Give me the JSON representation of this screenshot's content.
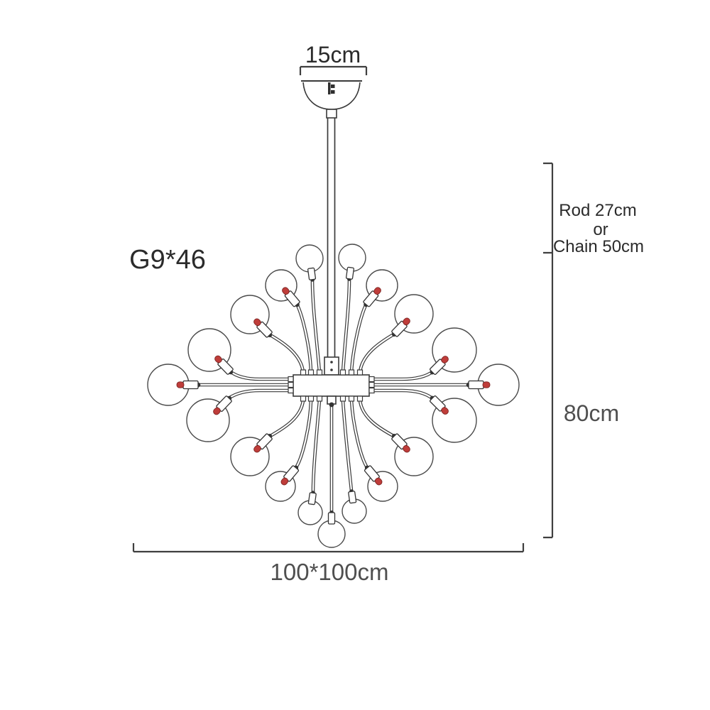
{
  "diagram": {
    "type": "chandelier dimension drawing",
    "labels": {
      "canopy_width": "15cm",
      "bulb_spec": "G9*46",
      "suspension": [
        "Rod 27cm",
        "or",
        "Chain 50cm"
      ],
      "height": "80cm",
      "spread": "100*100cm"
    },
    "colors": {
      "line": "#3a3a3a",
      "dimension": "#3f3f3f",
      "bulb_red": "#bf3d3a",
      "bulb_red_outline": "#7c2523",
      "text_dark": "#2b2b2b",
      "text_gray": "#4f4f4f",
      "background": "#ffffff"
    },
    "counts": {
      "globes_shown": 19,
      "red_bulbs_shown": 14
    }
  }
}
